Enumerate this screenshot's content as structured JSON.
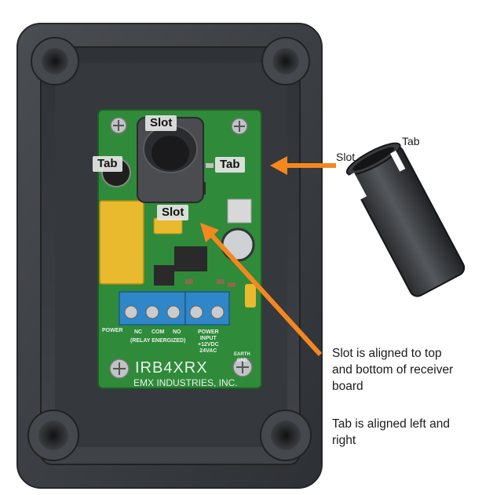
{
  "labels": {
    "slot_top": "Slot",
    "tab_left": "Tab",
    "tab_right": "Tab",
    "slot_mid": "Slot",
    "slot_sleeve": "Slot",
    "tab_sleeve": "Tab"
  },
  "notes": {
    "slot_note": "Slot is aligned to top\nand bottom of receiver\nboard",
    "tab_note": "Tab is aligned left and\nright"
  },
  "board": {
    "model": "IRB4XRX",
    "maker": "EMX INDUSTRIES, INC.",
    "power": "POWER",
    "nc": "NC",
    "com": "COM",
    "no": "NO",
    "relay": "(RELAY ENERGIZED)",
    "power_input": "POWER\nINPUT\n+12VDC\n24VAC",
    "earth_gnd": "EARTH\nGND"
  },
  "colors": {
    "arrow": "#f5871f",
    "enclosure": "#3c3f43",
    "pcb": "#2f8a3a",
    "terminal": "#2f86c8",
    "relay": "#e9b92e"
  }
}
